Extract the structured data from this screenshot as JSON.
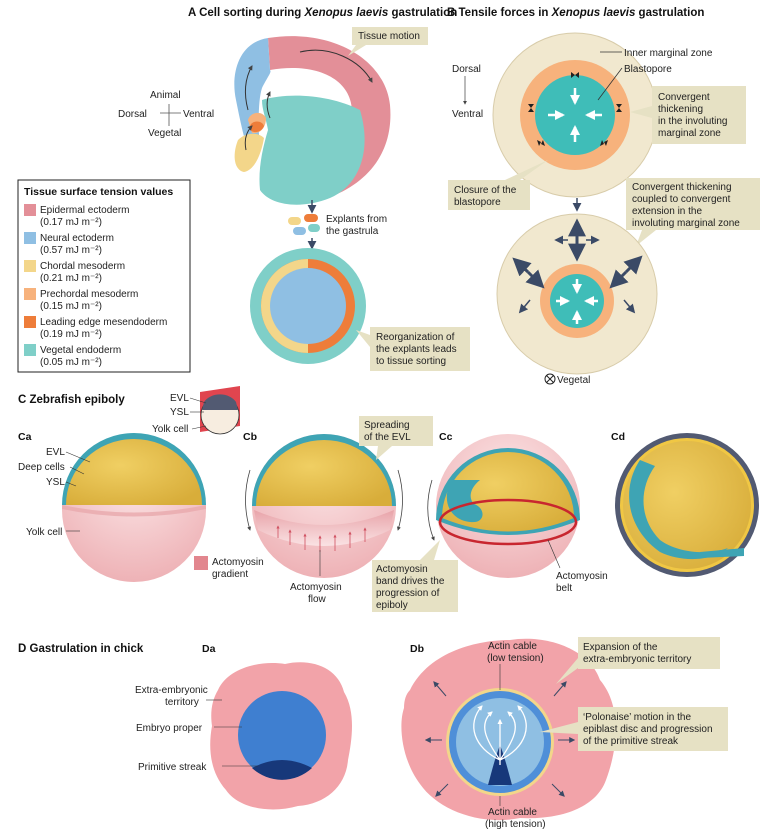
{
  "colors": {
    "epidermal_ectoderm": "#e38f98",
    "neural_ectoderm": "#8fbfe3",
    "chordal_mesoderm": "#f3d68a",
    "prechordal_mesoderm": "#f7b27c",
    "leading_edge_mesendoderm": "#ee7d3a",
    "vegetal_endoderm": "#7fcfc8",
    "callout": "#e6e1c4",
    "yolk_pink": "#f4c4c6",
    "embryo_blue": "#3f7fd0",
    "streak_navy": "#17387a",
    "extraembryonic_pink": "#f2a3a9",
    "yolk_ring": "#f1e8cf",
    "blastopore_teal": "#3fbdb8",
    "deep_cells_yellow": "#e9c24e",
    "evl_teal": "#3ea4b4",
    "actomyosin_red": "#c8262f"
  },
  "panelA": {
    "letter": "A",
    "title_prefix": "Cell sorting during ",
    "title_italic": "Xenopus laevis",
    "title_suffix": " gastrulation",
    "tissue_motion": "Tissue motion",
    "axis_animal": "Animal",
    "axis_dorsal": "Dorsal",
    "axis_ventral": "Ventral",
    "axis_vegetal": "Vegetal",
    "explants_line1": "Explants from",
    "explants_line2": "the gastrula",
    "reorg_line1": "Reorganization of",
    "reorg_line2": "the explants leads",
    "reorg_line3": "to tissue sorting"
  },
  "legend": {
    "title": "Tissue surface tension values",
    "items": [
      {
        "name": "Epidermal ectoderm",
        "value": "(0.17 mJ m⁻²)"
      },
      {
        "name": "Neural ectoderm",
        "value": "(0.57 mJ m⁻²)"
      },
      {
        "name": "Chordal mesoderm",
        "value": "(0.21 mJ m⁻²)"
      },
      {
        "name": "Prechordal mesoderm",
        "value": "(0.15 mJ m⁻²)"
      },
      {
        "name": "Leading edge mesendoderm",
        "value": "(0.19 mJ m⁻²)"
      },
      {
        "name": "Vegetal endoderm",
        "value": "(0.05 mJ m⁻²)"
      }
    ]
  },
  "panelB": {
    "letter": "B",
    "title_prefix": "Tensile forces in ",
    "title_italic": "Xenopus laevis",
    "title_suffix": " gastrulation",
    "axis_dorsal": "Dorsal",
    "axis_ventral": "Ventral",
    "inner_marginal_zone": "Inner marginal zone",
    "blastopore": "Blastopore",
    "convergent_line1": "Convergent",
    "convergent_line2": "thickening",
    "convergent_line3": "in the involuting",
    "convergent_line4": "marginal zone",
    "closure_line1": "Closure of the",
    "closure_line2": "blastopore",
    "coupled_line1": "Convergent thickening",
    "coupled_line2": "coupled to convergent",
    "coupled_line3": "extension in the",
    "coupled_line4": "involuting marginal zone",
    "vegetal": "Vegetal"
  },
  "panelC": {
    "letter": "C",
    "title": "Zebrafish epiboly",
    "inset_evl": "EVL",
    "inset_ysl": "YSL",
    "inset_yolk": "Yolk cell",
    "ca": "Ca",
    "cb": "Cb",
    "cc": "Cc",
    "cd": "Cd",
    "ca_evl": "EVL",
    "ca_deep": "Deep cells",
    "ca_ysl": "YSL",
    "ca_yolk": "Yolk cell",
    "gradient_line1": "Actomyosin",
    "gradient_line2": "gradient",
    "flow_line1": "Actomyosin",
    "flow_line2": "flow",
    "spreading_line1": "Spreading",
    "spreading_line2": "of the EVL",
    "band_line1": "Actomyosin",
    "band_line2": "band drives the",
    "band_line3": "progression of",
    "band_line4": "epiboly",
    "belt_line1": "Actomyosin",
    "belt_line2": "belt"
  },
  "panelD": {
    "letter": "D",
    "title": "Gastrulation in chick",
    "da": "Da",
    "db": "Db",
    "extra_line1": "Extra-embryonic",
    "extra_line2": "territory",
    "embryo_proper": "Embryo proper",
    "primitive_streak": "Primitive streak",
    "cable_top_line1": "Actin cable",
    "cable_top_line2": "(low tension)",
    "cable_bottom_line1": "Actin cable",
    "cable_bottom_line2": "(high tension)",
    "expansion_line1": "Expansion of the",
    "expansion_line2": "extra-embryonic territory",
    "polonaise_line1": "‘Polonaise’ motion in the",
    "polonaise_line2": "epiblast disc and progression",
    "polonaise_line3": "of the primitive streak"
  }
}
